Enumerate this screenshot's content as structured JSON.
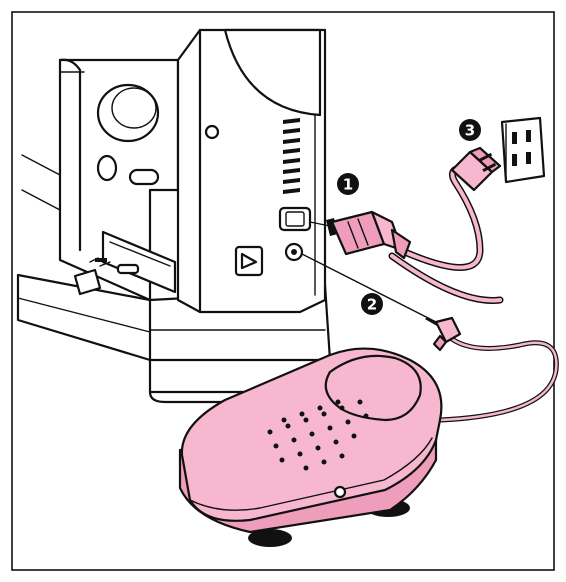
{
  "callouts": [
    {
      "number": "1"
    },
    {
      "number": "2"
    },
    {
      "number": "3"
    }
  ],
  "colors": {
    "pink": "#f7b8cf",
    "pink_dark": "#ee9dbb",
    "outline": "#111111",
    "background": "#ffffff"
  },
  "icons": [
    "sewing-machine",
    "power-cord",
    "wall-outlet",
    "foot-controller",
    "controller-plug",
    "power-switch"
  ]
}
